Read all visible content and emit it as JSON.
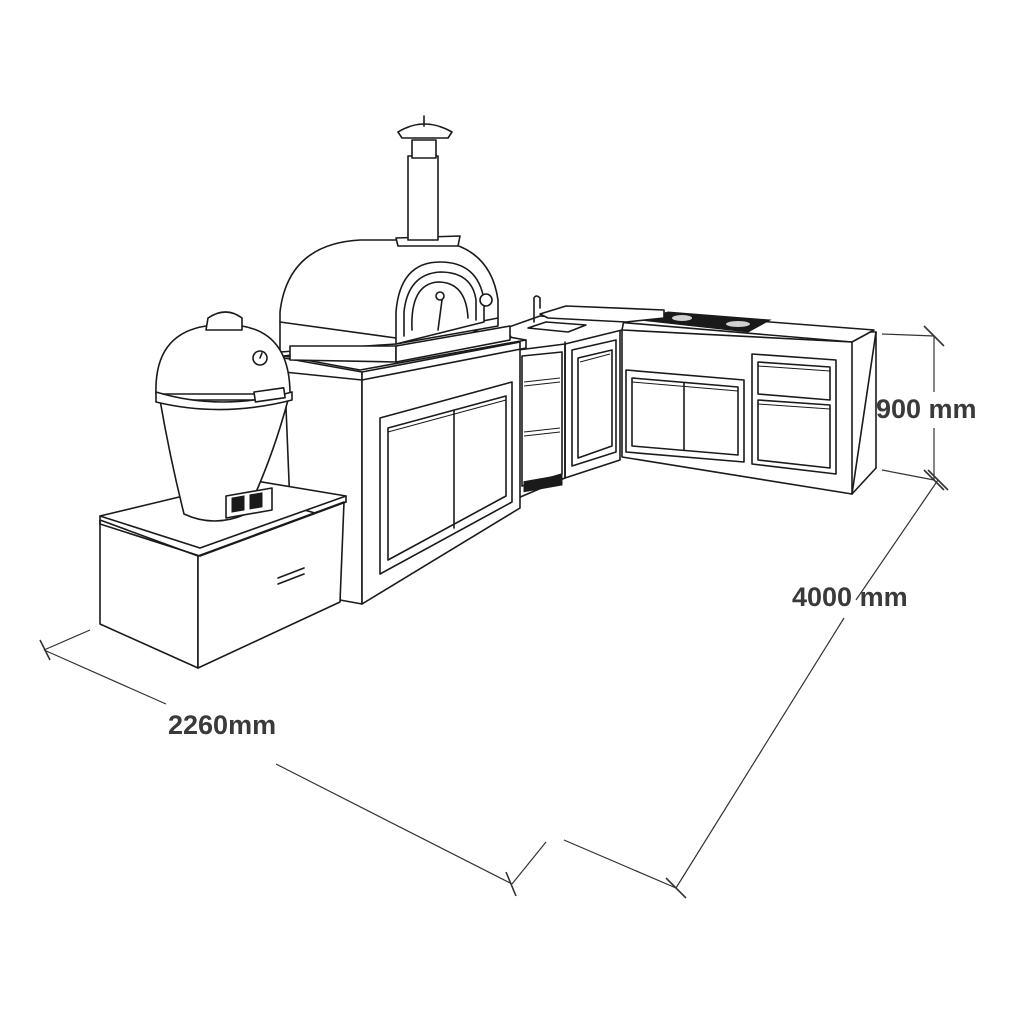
{
  "dimensions": {
    "height": "900 mm",
    "length": "4000 mm",
    "width": "2260mm"
  }
}
